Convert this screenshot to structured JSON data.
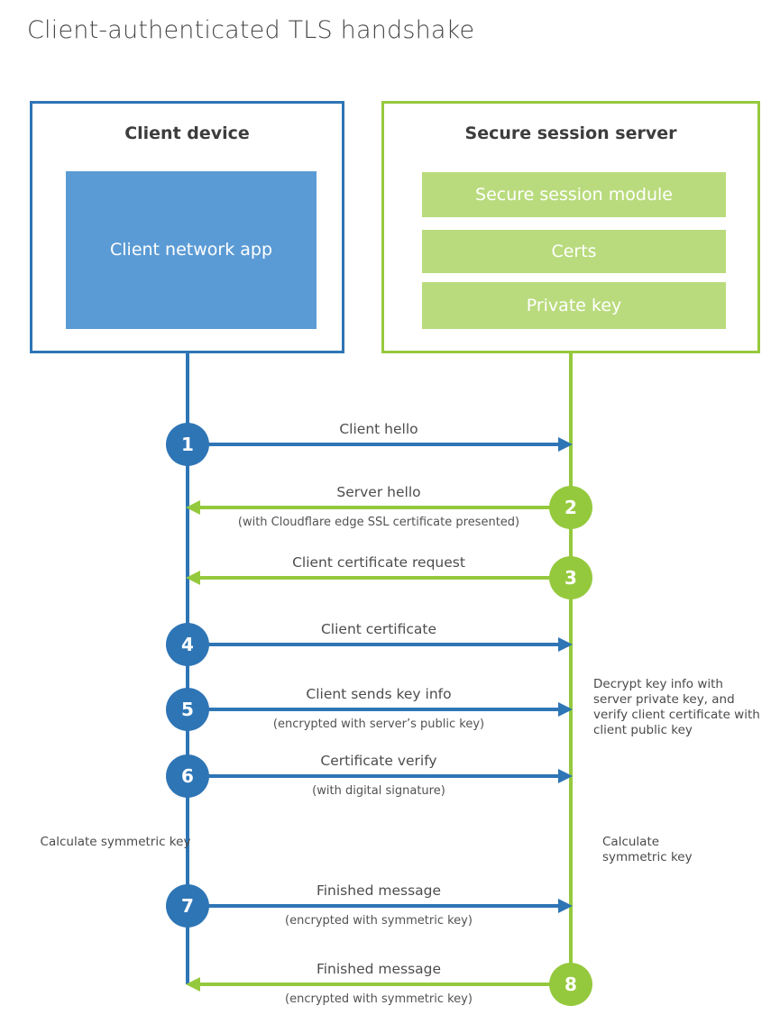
{
  "title": "Client-authenticated TLS handshake",
  "colors": {
    "blue_stroke": "#2e75b6",
    "blue_fill": "#5b9bd5",
    "green_stroke": "#95c93d",
    "green_fill": "#b9db7d"
  },
  "client": {
    "title": "Client device",
    "app_label": "Client network app"
  },
  "server": {
    "title": "Secure session server",
    "modules": [
      "Secure session module",
      "Certs",
      "Private key"
    ]
  },
  "steps": [
    {
      "num": "1",
      "label": "Client hello",
      "direction": "right",
      "from": "client",
      "to": "server"
    },
    {
      "num": "2",
      "label": "Server hello",
      "sub": "(with Cloudflare edge SSL certificate presented)",
      "direction": "left",
      "from": "server",
      "to": "client"
    },
    {
      "num": "3",
      "label": "Client certificate request",
      "direction": "left",
      "from": "server",
      "to": "client"
    },
    {
      "num": "4",
      "label": "Client certificate",
      "direction": "right",
      "from": "client",
      "to": "server"
    },
    {
      "num": "5",
      "label": "Client sends key info",
      "sub": "(encrypted with server’s public key)",
      "direction": "right",
      "from": "client",
      "to": "server"
    },
    {
      "num": "6",
      "label": "Certificate verify",
      "sub": "(with digital signature)",
      "direction": "right",
      "from": "client",
      "to": "server"
    },
    {
      "num": "7",
      "label": "Finished message",
      "sub": "(encrypted with symmetric key)",
      "direction": "right",
      "from": "client",
      "to": "server"
    },
    {
      "num": "8",
      "label": "Finished message",
      "sub": "(encrypted with symmetric key)",
      "direction": "left",
      "from": "server",
      "to": "client"
    }
  ],
  "annotations": {
    "calc_left": "Calculate symmetric key",
    "calc_right": "Calculate symmetric key",
    "decrypt_note": "Decrypt key info with server private key, and verify client certificate with client public key"
  }
}
